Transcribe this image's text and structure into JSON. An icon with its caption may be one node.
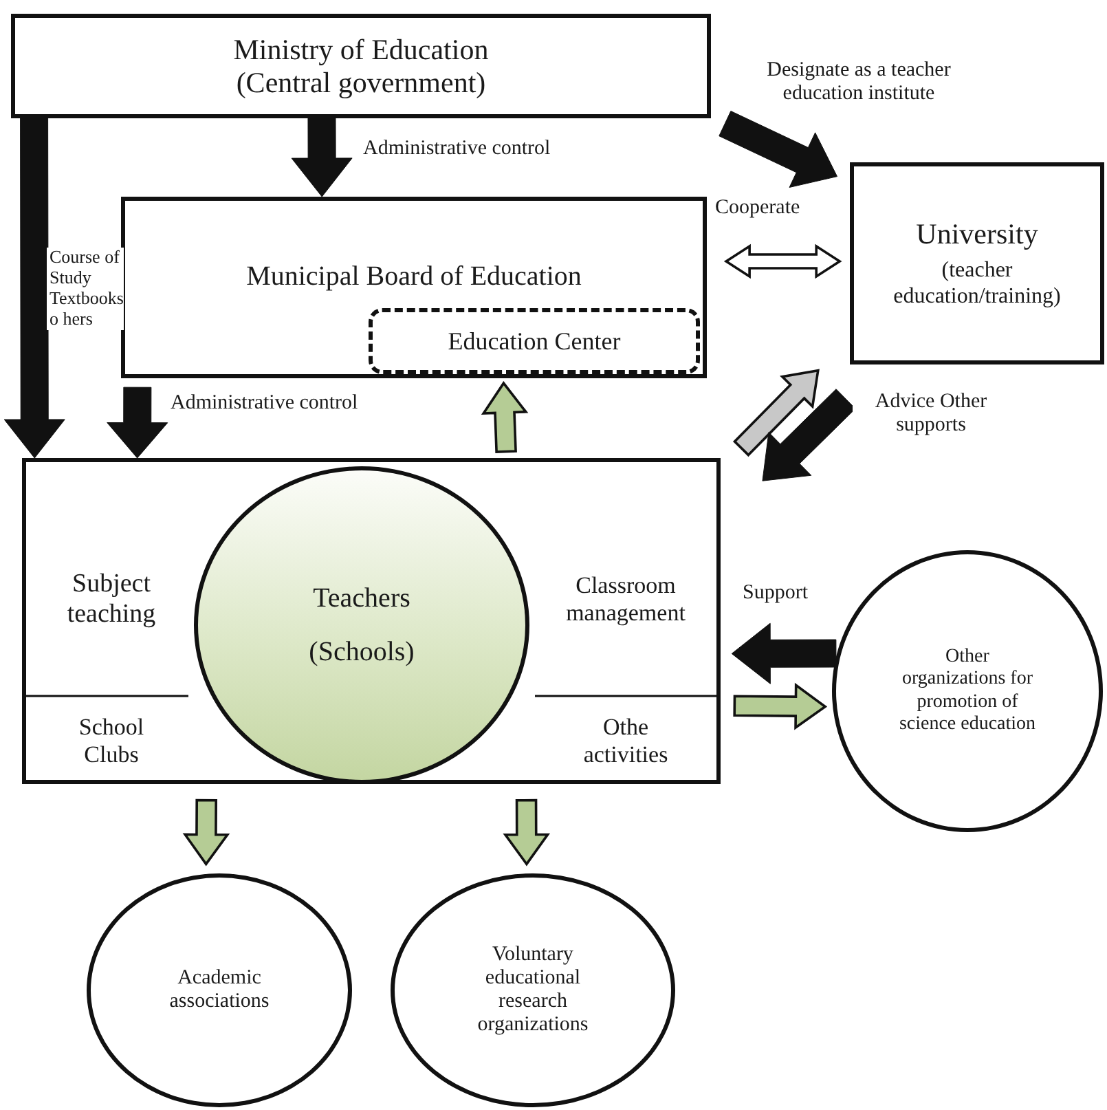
{
  "diagram": {
    "nodes": [
      {
        "text": [
          "Ministry of Education (Central government)"
        ]
      },
      {
        "text": [
          "Municipal Board of Education"
        ]
      },
      {
        "text": [
          "Education Center"
        ],
        "in": 1
      },
      {
        "text": [
          "University",
          "(teacher education/training)"
        ]
      },
      {
        "text": [],
        "shape": "box"
      },
      {
        "text": [
          "Teachers",
          "(Schools)"
        ],
        "in": 4
      },
      {
        "text": [
          "Subject teaching"
        ],
        "in": 4
      },
      {
        "text": [
          "Classroom management"
        ],
        "in": 4
      },
      {
        "text": [
          "School Clubs"
        ],
        "in": 4
      },
      {
        "text": [
          "Othe activities"
        ],
        "in": 4
      },
      {
        "text": [
          "Other organizations for promotion of science education"
        ]
      },
      {
        "text": [
          "Academic associations"
        ]
      },
      {
        "text": [
          "Voluntary educational research organizations"
        ]
      }
    ],
    "edges": [
      {
        "from": 0,
        "to": 4,
        "arrow": "to",
        "label": "Course of Study Textbooks o hers"
      },
      {
        "from": 0,
        "to": 1,
        "arrow": "to",
        "label": "Administrative control"
      },
      {
        "from": 0,
        "to": 3,
        "arrow": "to",
        "label": "Designate as a teacher education institute"
      },
      {
        "from": 1,
        "to": 3,
        "arrow": "both",
        "label": "Cooperate",
        "color": "#ffffff"
      },
      {
        "from": 1,
        "to": 4,
        "arrow": "to",
        "label": "Administrative control"
      },
      {
        "from": 4,
        "to": 2,
        "arrow": "to",
        "color": "#b5cc95"
      },
      {
        "from": 4,
        "to": 3,
        "arrow": "to",
        "color": "#c8c8c8"
      },
      {
        "from": 3,
        "to": 4,
        "arrow": "to",
        "label": "Advice Other supports"
      },
      {
        "from": 10,
        "to": 4,
        "arrow": "to",
        "label": "Support"
      },
      {
        "from": 4,
        "to": 10,
        "arrow": "to",
        "color": "#b5cc95"
      },
      {
        "from": 4,
        "to": 11,
        "arrow": "to",
        "color": "#b5cc95"
      },
      {
        "from": 4,
        "to": 12,
        "arrow": "to",
        "color": "#b5cc95"
      }
    ]
  }
}
